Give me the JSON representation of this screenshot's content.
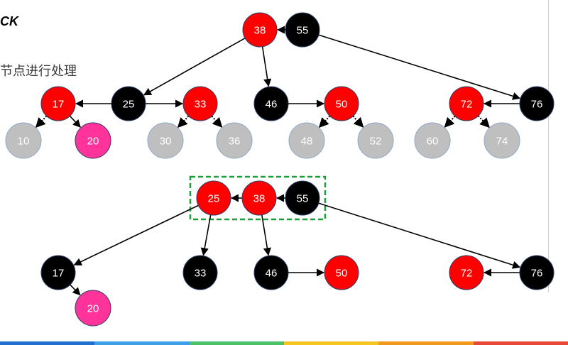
{
  "header": {
    "title": "CK",
    "subtitle": "节点进行处理"
  },
  "colors": {
    "red": "#ff0000",
    "black": "#000000",
    "pink": "#ff3399",
    "gray": "#bfbfbf",
    "highlight_box": "#1e9e3a"
  },
  "top_tree": {
    "nodes": [
      {
        "id": "t38",
        "label": "38",
        "fill": "red"
      },
      {
        "id": "t55",
        "label": "55",
        "fill": "black"
      },
      {
        "id": "t17",
        "label": "17",
        "fill": "red"
      },
      {
        "id": "t25",
        "label": "25",
        "fill": "black"
      },
      {
        "id": "t33",
        "label": "33",
        "fill": "red"
      },
      {
        "id": "t46",
        "label": "46",
        "fill": "black"
      },
      {
        "id": "t50",
        "label": "50",
        "fill": "red"
      },
      {
        "id": "t72",
        "label": "72",
        "fill": "red"
      },
      {
        "id": "t76",
        "label": "76",
        "fill": "black"
      },
      {
        "id": "t10",
        "label": "10",
        "fill": "gray"
      },
      {
        "id": "t20",
        "label": "20",
        "fill": "pink"
      },
      {
        "id": "t30",
        "label": "30",
        "fill": "gray"
      },
      {
        "id": "t36",
        "label": "36",
        "fill": "gray"
      },
      {
        "id": "t48",
        "label": "48",
        "fill": "gray"
      },
      {
        "id": "t52",
        "label": "52",
        "fill": "gray"
      },
      {
        "id": "t60",
        "label": "60",
        "fill": "gray"
      },
      {
        "id": "t74",
        "label": "74",
        "fill": "gray"
      }
    ],
    "edges": [
      {
        "from": "t55",
        "to": "t38",
        "style": "solid"
      },
      {
        "from": "t38",
        "to": "t25",
        "style": "solid"
      },
      {
        "from": "t38",
        "to": "t46",
        "style": "solid"
      },
      {
        "from": "t55",
        "to": "t76",
        "style": "solid"
      },
      {
        "from": "t25",
        "to": "t17",
        "style": "solid"
      },
      {
        "from": "t25",
        "to": "t33",
        "style": "solid"
      },
      {
        "from": "t46",
        "to": "t50",
        "style": "solid"
      },
      {
        "from": "t76",
        "to": "t72",
        "style": "solid"
      },
      {
        "from": "t17",
        "to": "t10",
        "style": "dotted"
      },
      {
        "from": "t17",
        "to": "t20",
        "style": "solid"
      },
      {
        "from": "t33",
        "to": "t30",
        "style": "dotted"
      },
      {
        "from": "t33",
        "to": "t36",
        "style": "dotted"
      },
      {
        "from": "t50",
        "to": "t48",
        "style": "dotted"
      },
      {
        "from": "t50",
        "to": "t52",
        "style": "dotted"
      },
      {
        "from": "t72",
        "to": "t60",
        "style": "dotted"
      },
      {
        "from": "t72",
        "to": "t74",
        "style": "dotted"
      }
    ]
  },
  "bottom_tree": {
    "nodes": [
      {
        "id": "b25",
        "label": "25",
        "fill": "red"
      },
      {
        "id": "b38",
        "label": "38",
        "fill": "red"
      },
      {
        "id": "b55",
        "label": "55",
        "fill": "black"
      },
      {
        "id": "b17",
        "label": "17",
        "fill": "black"
      },
      {
        "id": "b33",
        "label": "33",
        "fill": "black"
      },
      {
        "id": "b46",
        "label": "46",
        "fill": "black"
      },
      {
        "id": "b50",
        "label": "50",
        "fill": "red"
      },
      {
        "id": "b72",
        "label": "72",
        "fill": "red"
      },
      {
        "id": "b76",
        "label": "76",
        "fill": "black"
      },
      {
        "id": "b20",
        "label": "20",
        "fill": "pink"
      }
    ],
    "edges": [
      {
        "from": "b55",
        "to": "b38",
        "style": "solid"
      },
      {
        "from": "b38",
        "to": "b25",
        "style": "solid"
      },
      {
        "from": "b25",
        "to": "b17",
        "style": "solid"
      },
      {
        "from": "b25",
        "to": "b33",
        "style": "solid"
      },
      {
        "from": "b38",
        "to": "b46",
        "style": "solid"
      },
      {
        "from": "b55",
        "to": "b76",
        "style": "solid"
      },
      {
        "from": "b46",
        "to": "b50",
        "style": "solid"
      },
      {
        "from": "b76",
        "to": "b72",
        "style": "solid"
      },
      {
        "from": "b17",
        "to": "b20",
        "style": "solid"
      }
    ],
    "highlighted_group": [
      "b25",
      "b38",
      "b55"
    ]
  },
  "bottom_bar_colors": [
    "#1f6fd1",
    "#3ba0e6",
    "#4cc36a",
    "#f3c623",
    "#f39a1e",
    "#e8483b"
  ]
}
